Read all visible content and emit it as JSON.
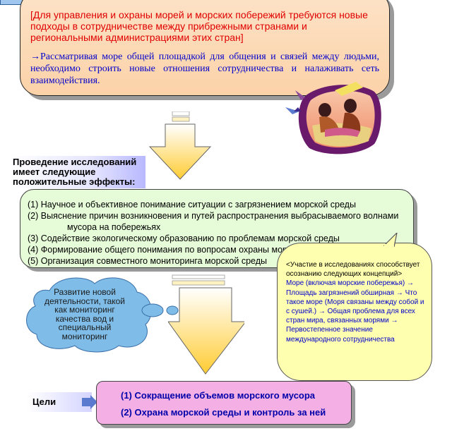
{
  "top_box": {
    "line_red": "[Для управления и охраны морей и морских побережий требуются новые подходы в сотрудничестве между прибрежными странами и региональными администрациями этих стран]",
    "line_blue": "→Рассматривая море общей площадкой для общения и связей между людьми, необходимо строить новые отношения сотрудничества и налаживать сеть взаимодействия."
  },
  "effects": {
    "label": "Проведение исследований имеет следующие положительные эффекты:",
    "items": [
      "(1) Научное и объективное понимание ситуации с загрязнением морской среды",
      "(2) Выяснение причин возникновения и путей распространения выбрасываемого волнами",
      "мусора на побережьях",
      "(3) Содействие экологическому образованию по проблемам морской среды",
      "(4) Формирование общего понимания по вопросам охраны морской среды",
      "(5) Организация совместного мониторинга морской среды"
    ]
  },
  "callout": {
    "intro": "<Участие в исследованиях способствует осознанию следующих концепций>",
    "concepts": "Море (включая морские побережья) → Площадь загрязнений обширная → Что такое море (Моря связаны между собой и с сушей.) → Общая проблема для всех стран мира, связанных морями → Первостепенное значение международного сотрудничества"
  },
  "cloud": {
    "text": "Развитие новой деятельности, такой как мониторинг качества вод и специальный мониторинг"
  },
  "goals": {
    "label": "Цели",
    "items": [
      "(1) Сокращение объемов морского мусора",
      "(2) Охрана морской среды и контроль за ней"
    ]
  },
  "colors": {
    "arrow_fill": "#ffd23a",
    "top_box_fill": "#fcd8b4",
    "effects_fill": "#e6fbd8",
    "callout_fill": "#ffffb0",
    "cloud_fill": "#7fbde8",
    "goals_fill": "#f4b0e4"
  }
}
